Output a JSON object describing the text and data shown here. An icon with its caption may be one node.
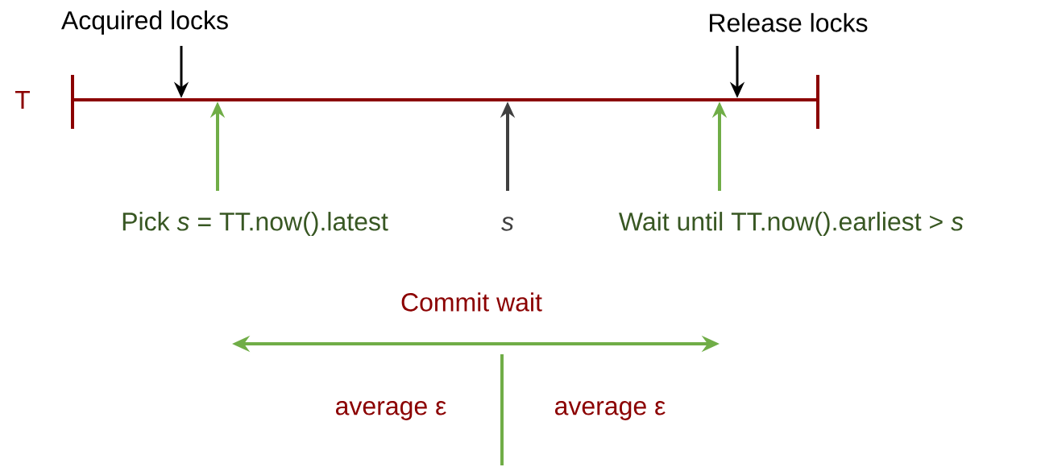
{
  "diagram": {
    "nodes": [
      {
        "text": [
          "Acquired locks"
        ]
      },
      {
        "text": [
          "Release locks"
        ]
      },
      {
        "text": [],
        "shape": "bar",
        "beside": [
          "T"
        ]
      },
      {
        "text": [
          "Pick *s* = TT.now().latest"
        ]
      },
      {
        "text": [
          "*s*"
        ]
      },
      {
        "text": [
          "Wait until TT.now().earliest > *s*"
        ]
      }
    ],
    "edges": [
      {
        "from": 0,
        "to": 2,
        "arrow": "to",
        "color": "#000000"
      },
      {
        "from": 1,
        "to": 2,
        "arrow": "to",
        "color": "#000000"
      },
      {
        "from": 3,
        "to": 2,
        "arrow": "to",
        "color": "#70ad47"
      },
      {
        "from": 4,
        "to": 2,
        "arrow": "to",
        "color": "#404040"
      },
      {
        "from": 5,
        "to": 2,
        "arrow": "to",
        "color": "#70ad47"
      }
    ],
    "labels": [
      "Commit wait",
      "average ε",
      "average ε"
    ]
  }
}
